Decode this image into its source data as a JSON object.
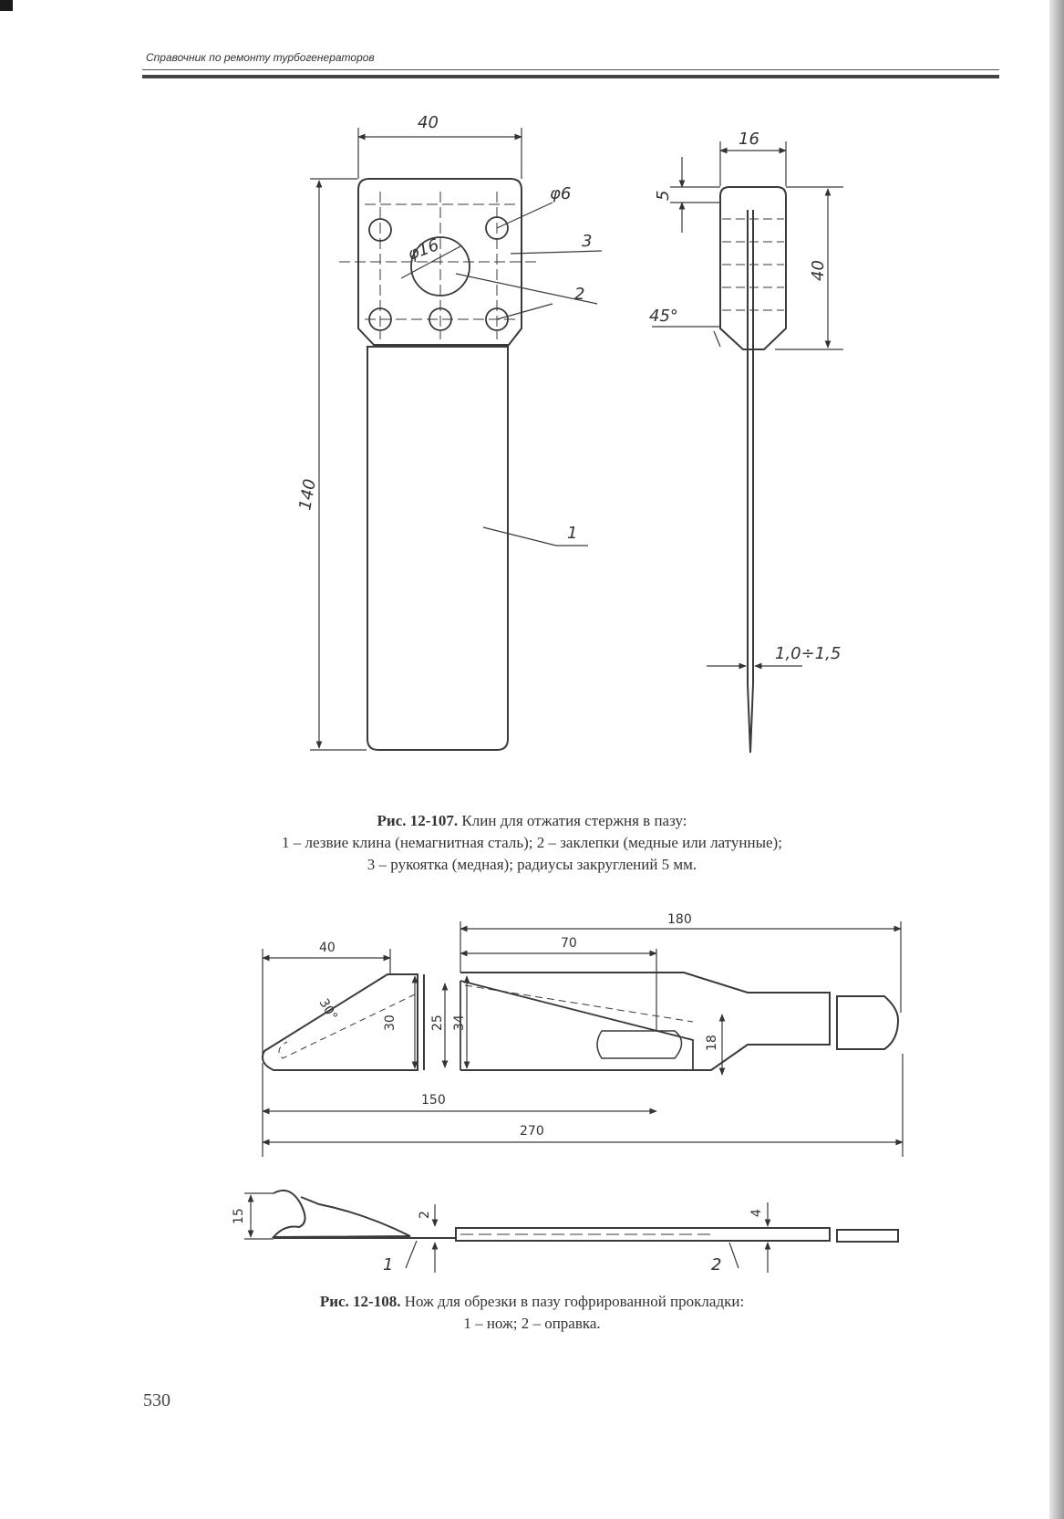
{
  "header": {
    "running_title": "Справочник по ремонту турбогенераторов"
  },
  "figure_107": {
    "dims": {
      "width": "40",
      "length": "140",
      "hole_small": "φ6",
      "hole_big": "φ16",
      "thickness": "16",
      "edge": "5",
      "head_height": "40",
      "angle": "45°",
      "blade": "1,0÷1,5"
    },
    "callouts": {
      "blade": "1",
      "rivets": "2",
      "handle": "3"
    },
    "caption": {
      "label": "Рис. 12-107.",
      "title": " Клин для отжатия стержня в пазу:",
      "line2": "1 – лезвие клина (немагнитная сталь); 2 – заклепки (медные или латунные);",
      "line3": "3 – рукоятка (медная); радиусы закруглений 5 мм."
    }
  },
  "figure_108": {
    "dims": {
      "d180": "180",
      "d70": "70",
      "d40": "40",
      "d30": "30",
      "d25": "25",
      "d34": "34",
      "d18": "18",
      "d150": "150",
      "d270": "270",
      "d15": "15",
      "d2": "2",
      "d4": "4",
      "angle": "30°"
    },
    "callouts": {
      "knife": "1",
      "mandrel": "2"
    },
    "caption": {
      "label": "Рис. 12-108.",
      "title": " Нож для обрезки в пазу гофрированной прокладки:",
      "line2": "1 – нож; 2 – оправка."
    }
  },
  "page_number": "530"
}
